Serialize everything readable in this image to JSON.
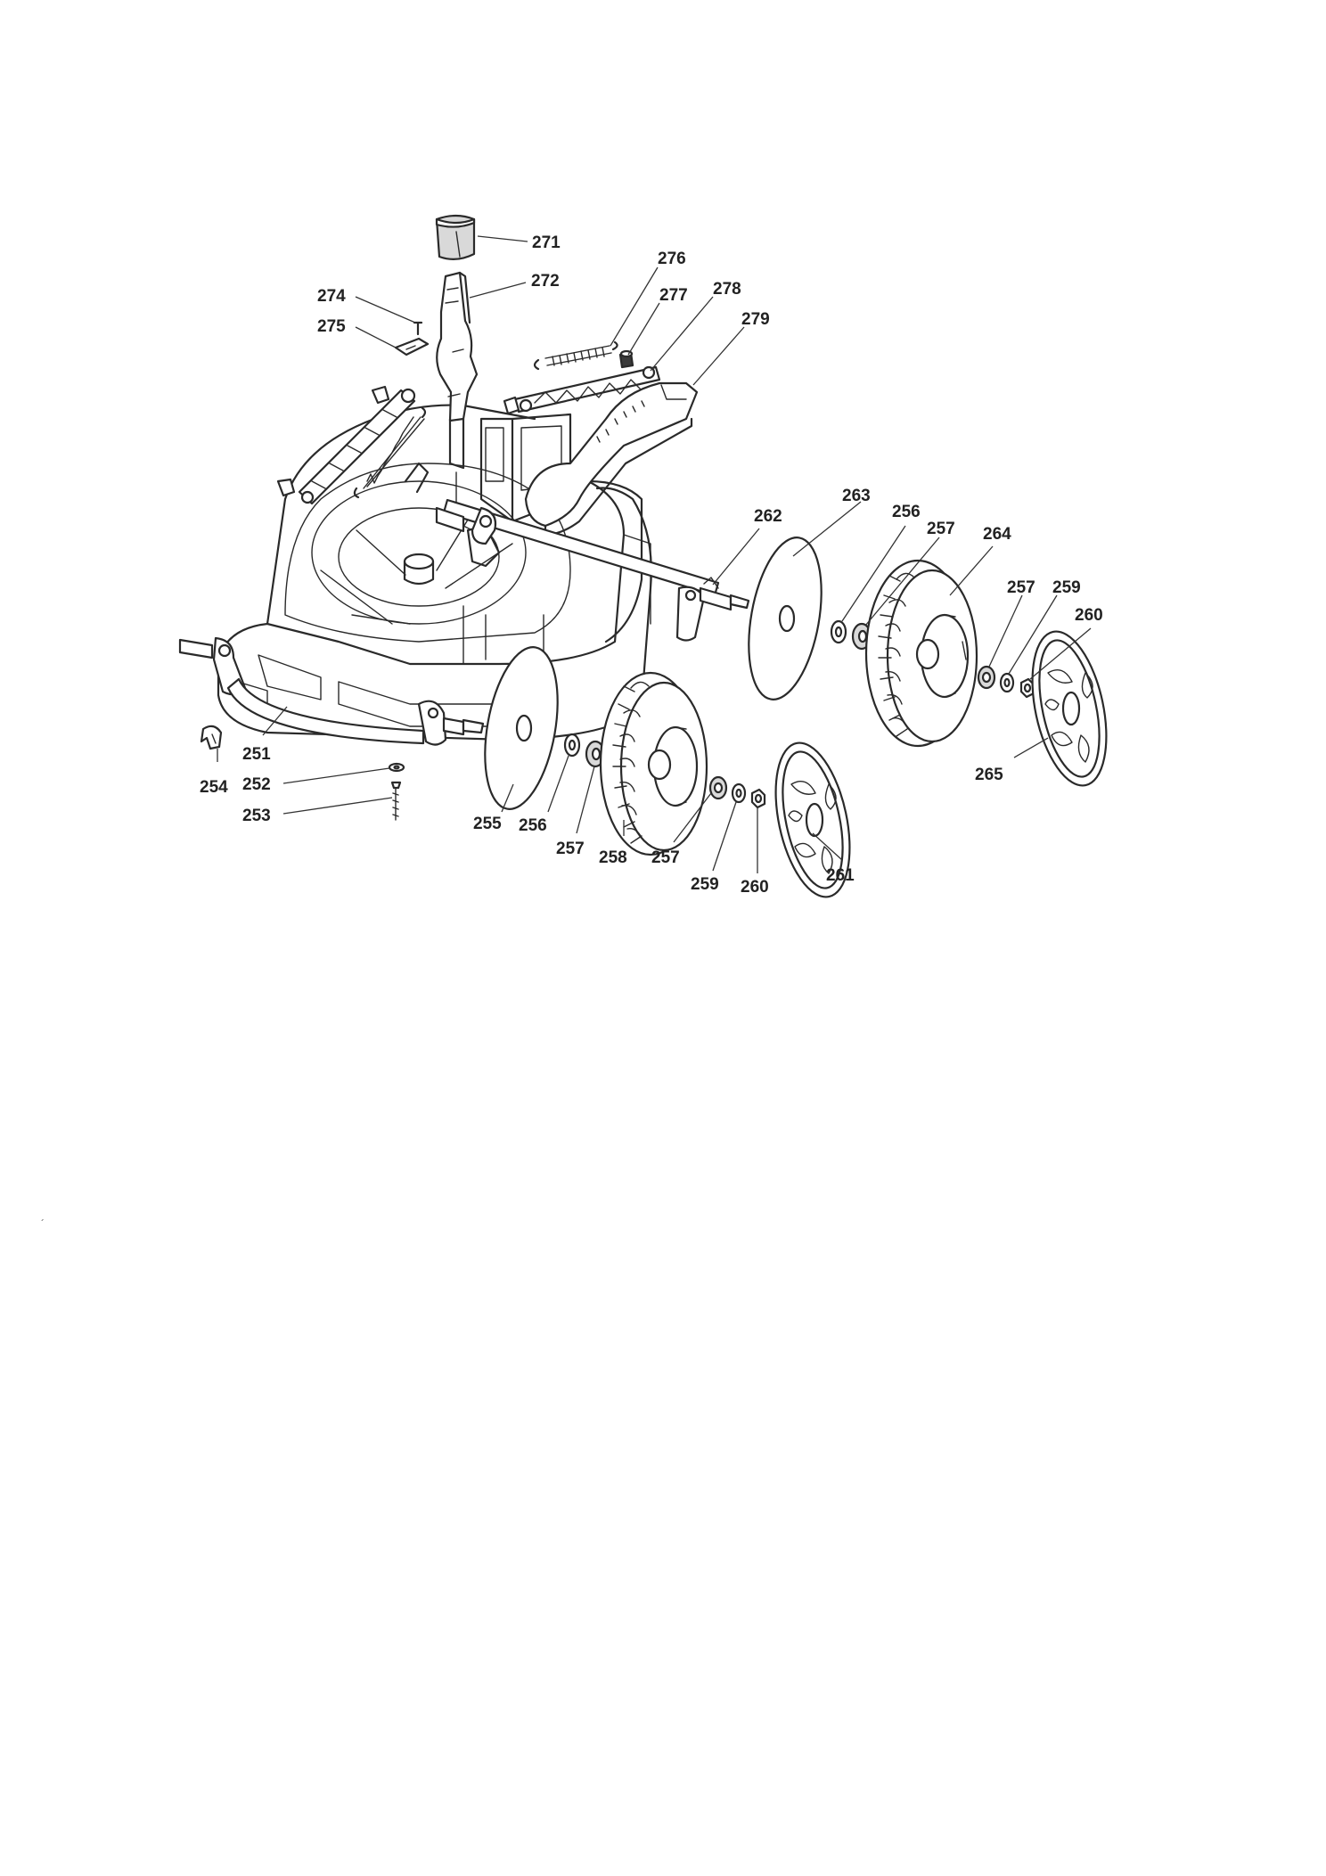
{
  "diagram": {
    "type": "exploded-parts-drawing",
    "subject": "mower deck, height-adjust linkage, axles and wheels",
    "callouts": [
      {
        "id": "c271",
        "label": "271"
      },
      {
        "id": "c276",
        "label": "276"
      },
      {
        "id": "c272",
        "label": "272"
      },
      {
        "id": "c277",
        "label": "277"
      },
      {
        "id": "c278",
        "label": "278"
      },
      {
        "id": "c274",
        "label": "274"
      },
      {
        "id": "c275",
        "label": "275"
      },
      {
        "id": "c279",
        "label": "279"
      },
      {
        "id": "c263",
        "label": "263"
      },
      {
        "id": "c256a",
        "label": "256"
      },
      {
        "id": "c257a",
        "label": "257"
      },
      {
        "id": "c262",
        "label": "262"
      },
      {
        "id": "c264",
        "label": "264"
      },
      {
        "id": "c257b",
        "label": "257"
      },
      {
        "id": "c259a",
        "label": "259"
      },
      {
        "id": "c260a",
        "label": "260"
      },
      {
        "id": "c251",
        "label": "251"
      },
      {
        "id": "c265",
        "label": "265"
      },
      {
        "id": "c252",
        "label": "252"
      },
      {
        "id": "c254",
        "label": "254"
      },
      {
        "id": "c253",
        "label": "253"
      },
      {
        "id": "c255",
        "label": "255"
      },
      {
        "id": "c256b",
        "label": "256"
      },
      {
        "id": "c257c",
        "label": "257"
      },
      {
        "id": "c258",
        "label": "258"
      },
      {
        "id": "c257d",
        "label": "257"
      },
      {
        "id": "c261",
        "label": "261"
      },
      {
        "id": "c259b",
        "label": "259"
      },
      {
        "id": "c260b",
        "label": "260"
      }
    ],
    "stray_mark": "´"
  }
}
